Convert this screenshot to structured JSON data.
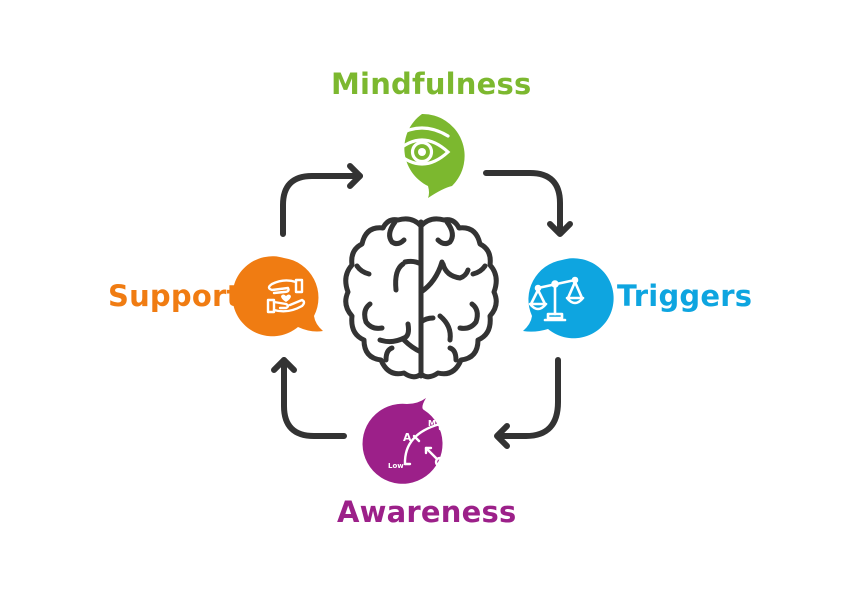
{
  "diagram": {
    "title": "Mindfulness cycle around the brain",
    "center": {
      "icon": "brain-icon"
    },
    "nodes": [
      {
        "key": "mindfulness",
        "label": "Mindfulness",
        "icon": "eye-icon",
        "color": "#7cb82f",
        "position": "top"
      },
      {
        "key": "triggers",
        "label": "Triggers",
        "icon": "scales-icon",
        "color": "#0ea5e0",
        "position": "right"
      },
      {
        "key": "awareness",
        "label": "Awareness",
        "icon": "gauge-icon",
        "color": "#9c2089",
        "position": "bottom",
        "icon_text": {
          "max": "Max",
          "low": "Low",
          "marker": "A"
        }
      },
      {
        "key": "support",
        "label": "Support",
        "icon": "caring-hands-icon",
        "color": "#f07c12",
        "position": "left"
      }
    ],
    "edges": [
      {
        "from": "support",
        "to": "mindfulness"
      },
      {
        "from": "mindfulness",
        "to": "triggers"
      },
      {
        "from": "triggers",
        "to": "awareness"
      },
      {
        "from": "awareness",
        "to": "support"
      }
    ],
    "arrow_color": "#333333"
  }
}
